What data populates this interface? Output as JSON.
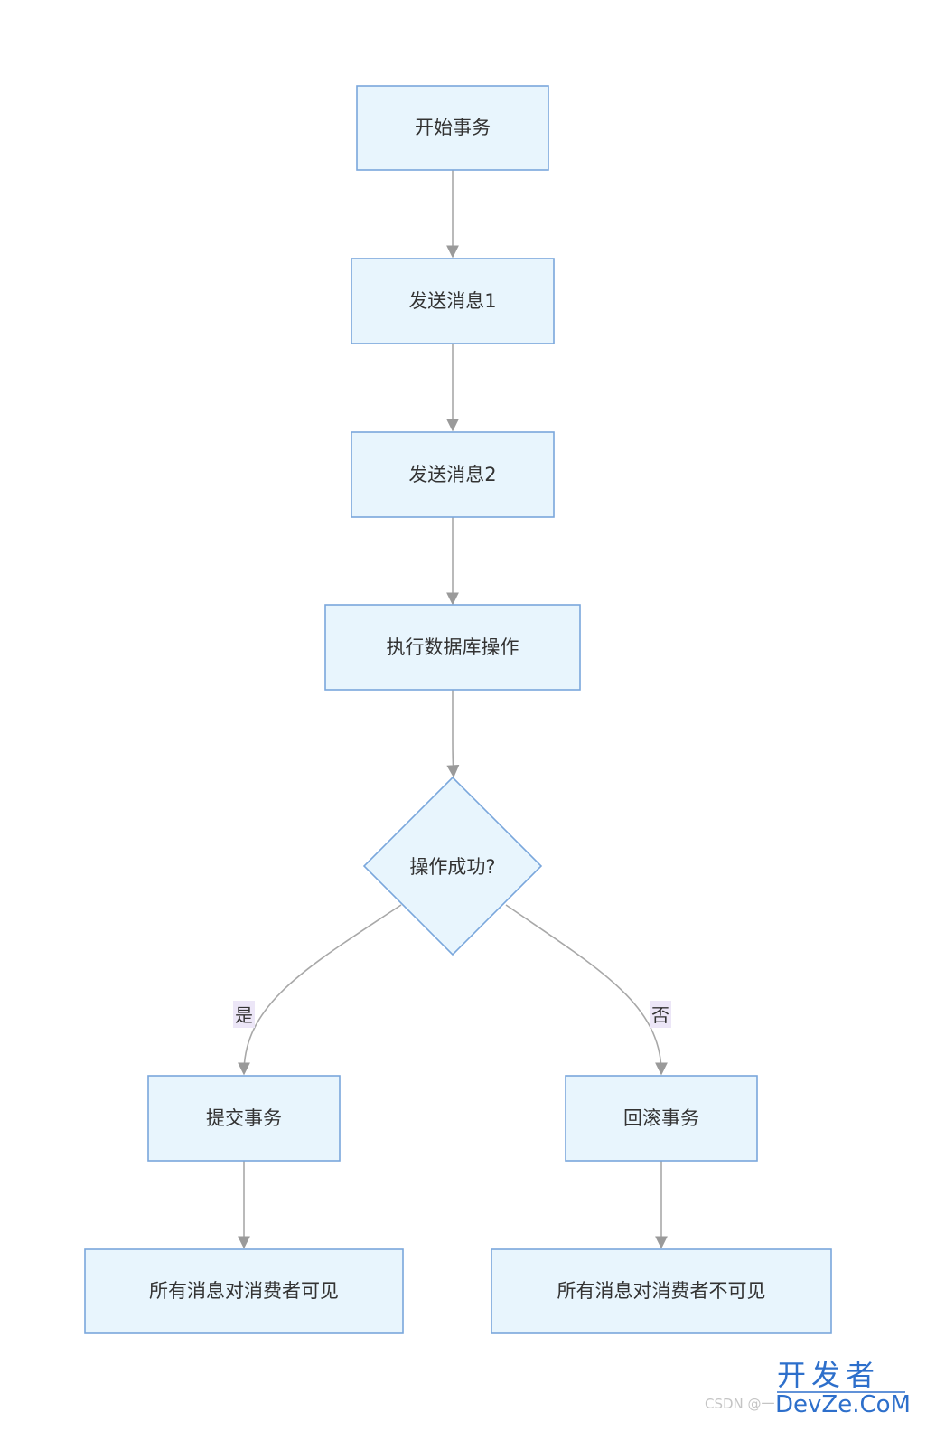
{
  "diagram": {
    "nodes": {
      "start": "开始事务",
      "send1": "发送消息1",
      "send2": "发送消息2",
      "db_op": "执行数据库操作",
      "decision": "操作成功?",
      "commit": "提交事务",
      "rollback": "回滚事务",
      "visible": "所有消息对消费者可见",
      "invisible": "所有消息对消费者不可见"
    },
    "edge_labels": {
      "yes": "是",
      "no": "否"
    }
  },
  "watermark": {
    "logo": "开发者",
    "site": "DevZe.CoM",
    "csdn": "CSDN @一"
  },
  "colors": {
    "node_fill": "#e8f5fd",
    "node_stroke": "#7aa7dc",
    "edge": "#a8a8a8",
    "edge_label_bg": "#ece6f7"
  }
}
